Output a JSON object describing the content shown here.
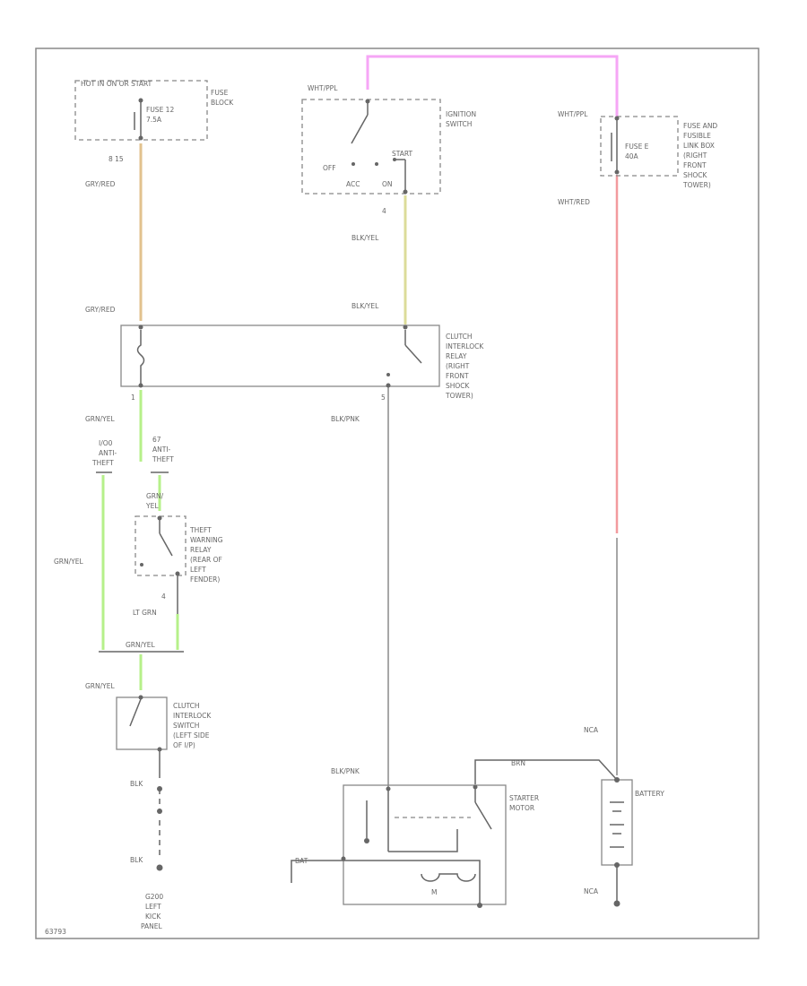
{
  "colors": {
    "wire_gry_red": "#e2c28e",
    "wire_bk_yel": "#dcdc9a",
    "wire_wht_ppl": "#f6a6f6",
    "wire_wht_red": "#f29a9e",
    "wire_grn_yel": "#b6f08a",
    "wire_blk_pnk": "#8a8a8a",
    "wire_blk": "#555555"
  },
  "labels": {
    "fuse_block_hot": "HOT IN ON OR START",
    "fuse12": [
      "FUSE 12",
      "7.5A"
    ],
    "fuse_block": [
      "FUSE",
      "BLOCK"
    ],
    "pin_fb": "8 15",
    "gry_red_1": "GRY/RED",
    "gry_red_2": "GRY/RED",
    "ign_hot": "WHT/PPL",
    "ign_switch": [
      "IGNITION",
      "SWITCH"
    ],
    "off": "OFF",
    "start": "START",
    "acc": "ACC",
    "on": "ON",
    "pin_ign": "4",
    "bk_yel_1": "BLK/YEL",
    "bk_yel_2": "BLK/YEL",
    "fuse_e_hot": "WHT/PPL",
    "fuse_e": [
      "FUSE E",
      "40A"
    ],
    "fuse_link": [
      "FUSE AND",
      "FUSIBLE",
      "LINK BOX",
      "(RIGHT",
      "FRONT",
      "SHOCK",
      "TOWER)"
    ],
    "wht_red": "WHT/RED",
    "relay1": [
      "CLUTCH",
      "INTERLOCK",
      "RELAY",
      "(RIGHT",
      "FRONT",
      "SHOCK",
      "TOWER)"
    ],
    "pin_r1a": "1",
    "pin_r1b": "5",
    "grn_yel_1": "GRN/YEL",
    "blk_pnk_1": "BLK/PNK",
    "c_left": [
      "I/O0",
      "ANTI-",
      "THEFT"
    ],
    "c_right": [
      "67",
      "ANTI-",
      "THEFT"
    ],
    "grn_yel_2": "GRN/",
    "yel": "YEL",
    "relay2": [
      "THEFT",
      "WARNING",
      "RELAY",
      "(REAR OF",
      "LEFT",
      "FENDER)"
    ],
    "pin_r2": "4",
    "lt_grn": "LT GRN",
    "grn_yel_3": "GRN/YEL",
    "grn_yel_4": "GRN/YEL",
    "grn_yel_5": "GRN/YEL",
    "switch": [
      "CLUTCH",
      "INTERLOCK",
      "SWITCH",
      "(LEFT SIDE",
      "OF I/P)"
    ],
    "blk_1": "BLK",
    "blk_2": "BLK",
    "ground": [
      "G200",
      "LEFT",
      "KICK",
      "PANEL"
    ],
    "blk_pnk_2": "BLK/PNK",
    "bat_wire": "BRN",
    "bat_lbl": "BATTERY",
    "starter": [
      "STARTER",
      "MOTOR"
    ],
    "nca_top": "NCA",
    "nca_bot": "NCA",
    "m": "M",
    "bat": "BAT",
    "code": "63793"
  }
}
